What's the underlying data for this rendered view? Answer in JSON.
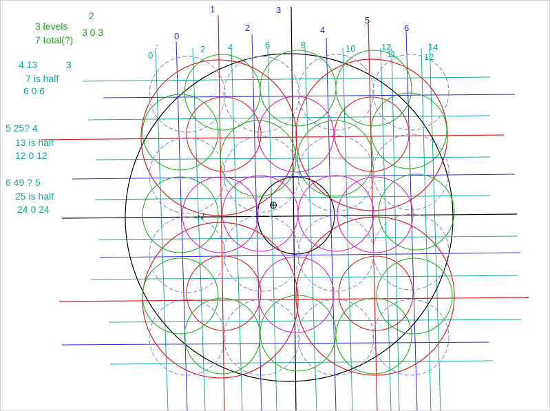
{
  "notes": {
    "levels3": "3 levels",
    "total7": "7 total(?)",
    "two": "2",
    "three03": "3 0 3",
    "row4": "4 13",
    "three": "3",
    "seven_half": "7 is half",
    "six06": "6 0 6",
    "row5": "5 25? 4",
    "thirteen_half": "13 is half",
    "twelve012": "12 0 12",
    "row6": "6 49 ? 5",
    "twentyfive_half": "25 is half",
    "twentyfour024": "24 0 24"
  },
  "top_labels": {
    "blue_one": "1",
    "blue_three": "3",
    "blue_two": "2",
    "blue_four": "4",
    "blue_five": "5",
    "blue_six": "6",
    "blue_zero": "0",
    "dash": "-",
    "teal_zero": "0",
    "teal_two": "2",
    "teal_four": "4",
    "teal_six": "6",
    "teal_eight": "8",
    "teal_ten": "10",
    "teal_twelve": "12",
    "teal_eleven": "11",
    "teal_fourteen": "14",
    "teal_twelve_b": "12"
  },
  "colors": {
    "blue": "#2a2ad8",
    "teal": "#1aa89a",
    "green": "#22b022",
    "red": "#e02020",
    "magenta": "#e020c8",
    "lightblue": "#7a86e8",
    "black": "#000000"
  }
}
